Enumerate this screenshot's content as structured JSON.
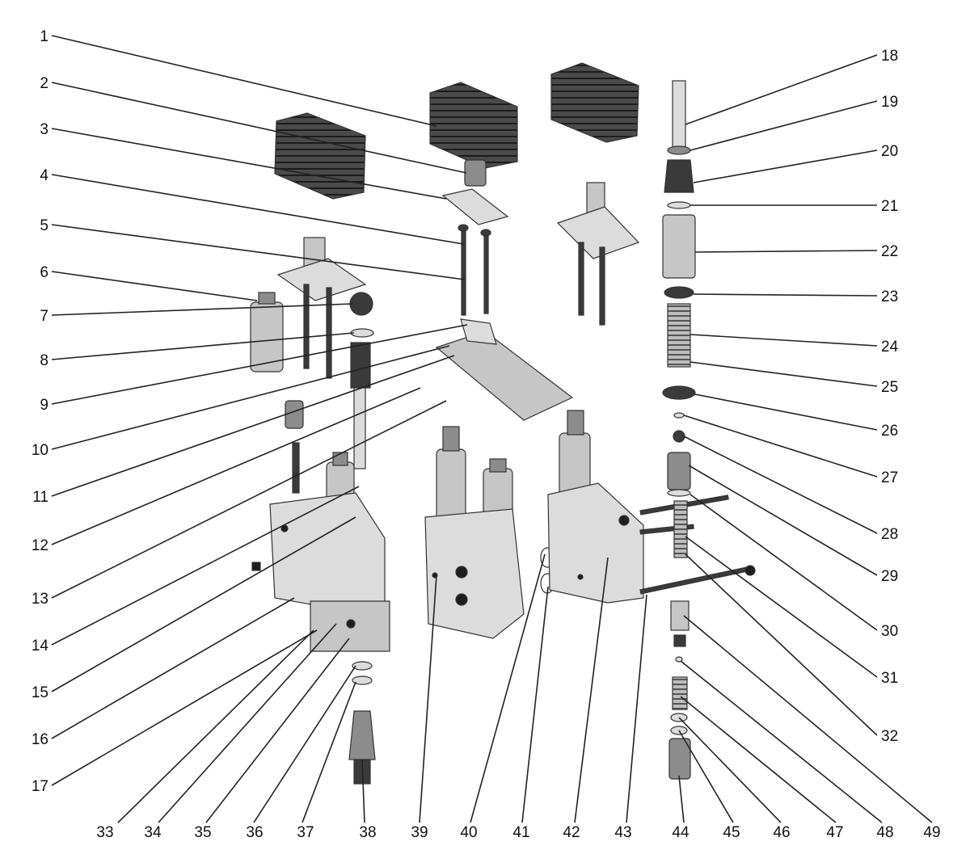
{
  "figure": {
    "labels": [
      "1",
      "2",
      "3",
      "4",
      "5",
      "6",
      "7",
      "8",
      "9",
      "10",
      "11",
      "12",
      "13",
      "14",
      "15",
      "16",
      "17",
      "18",
      "19",
      "20",
      "21",
      "22",
      "23",
      "24",
      "25",
      "26",
      "27",
      "28",
      "29",
      "30",
      "31",
      "32",
      "33",
      "34",
      "35",
      "36",
      "37",
      "38",
      "39",
      "40",
      "41",
      "42",
      "43",
      "44",
      "45",
      "46",
      "47",
      "48",
      "49"
    ]
  }
}
